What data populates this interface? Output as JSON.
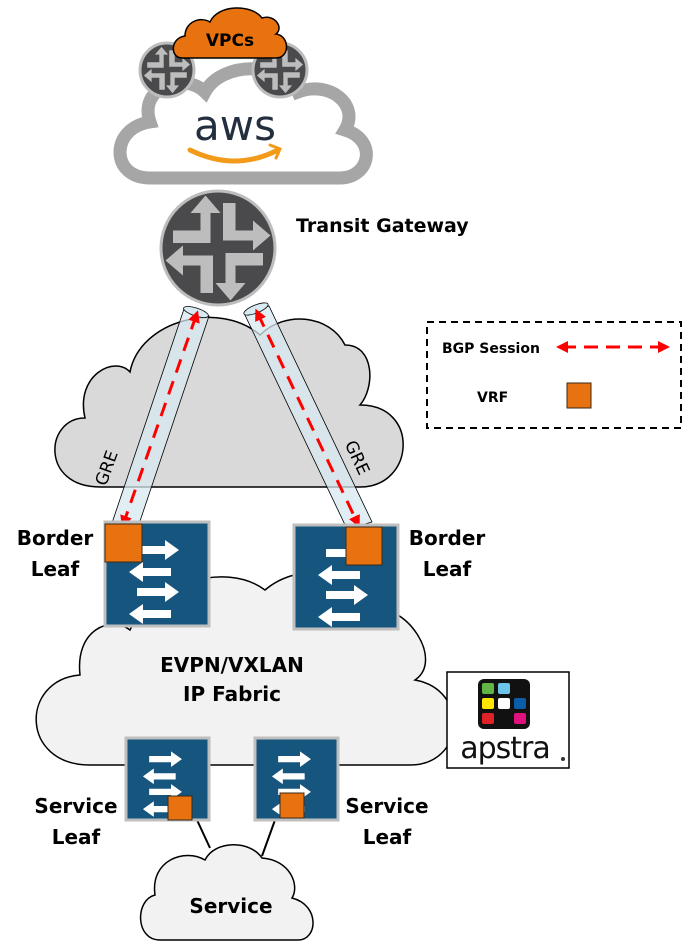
{
  "diagram": {
    "aws": {
      "vpcs_label": "VPCs",
      "logo_text": "aws",
      "vpc_cloud_color": "#E8720F",
      "cloud_outline_color": "#A6A6A6",
      "logo_text_color": "#232F3E",
      "smile_color": "#F39A1B"
    },
    "transit_gateway": {
      "label": "Transit Gateway",
      "router_color": "#4A4A4C",
      "arrow_color": "#BDBDBD"
    },
    "internet_cloud": {
      "fill": "#D9D9D9"
    },
    "tunnels": [
      {
        "label": "GRE",
        "side": "left"
      },
      {
        "label": "GRE",
        "side": "right"
      }
    ],
    "legend": {
      "bgp_label": "BGP Session",
      "vrf_label": "VRF",
      "bgp_color": "#FF0000",
      "vrf_color": "#E8720F"
    },
    "border_leaves": [
      {
        "line1": "Border",
        "line2": "Leaf"
      },
      {
        "line1": "Border",
        "line2": "Leaf"
      }
    ],
    "fabric": {
      "line1": "EVPN/VXLAN",
      "line2": "IP Fabric",
      "fill": "#F2F2F2"
    },
    "service_leaves": [
      {
        "line1": "Service",
        "line2": "Leaf"
      },
      {
        "line1": "Service",
        "line2": "Leaf"
      }
    ],
    "service_cloud": {
      "label": "Service"
    },
    "apstra": {
      "logo_text": "apstra",
      "tile_colors": [
        "#62B446",
        "#6CC5E8",
        "#111111",
        "#FFE600",
        "#FFFFFF",
        "#0A5DA8",
        "#E02228",
        "#111111",
        "#E0117F"
      ]
    },
    "switch_color": "#16557E",
    "switch_border": "#BFBFBF"
  }
}
